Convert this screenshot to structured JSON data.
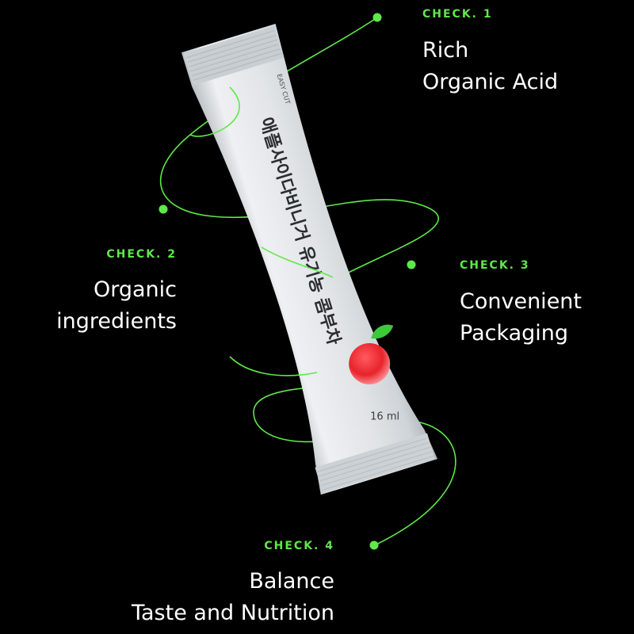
{
  "colors": {
    "background": "#000000",
    "accent": "#5fe84a",
    "text": "#ffffff",
    "pouch": "#dfe3e6",
    "apple": "#e8232b"
  },
  "checks": [
    {
      "label": "CHECK. 1",
      "line1": "Rich",
      "line2": "Organic Acid"
    },
    {
      "label": "CHECK. 2",
      "line1": "Organic",
      "line2": "ingredients"
    },
    {
      "label": "CHECK. 3",
      "line1": "Convenient",
      "line2": "Packaging"
    },
    {
      "label": "CHECK. 4",
      "line1": "Balance",
      "line2": "Taste and Nutrition"
    }
  ],
  "product": {
    "name": "애플사이다비니거 유기농 콤부차",
    "easy_cut": "EASY CUT",
    "volume": "16 ml",
    "icon": "apple-icon"
  }
}
